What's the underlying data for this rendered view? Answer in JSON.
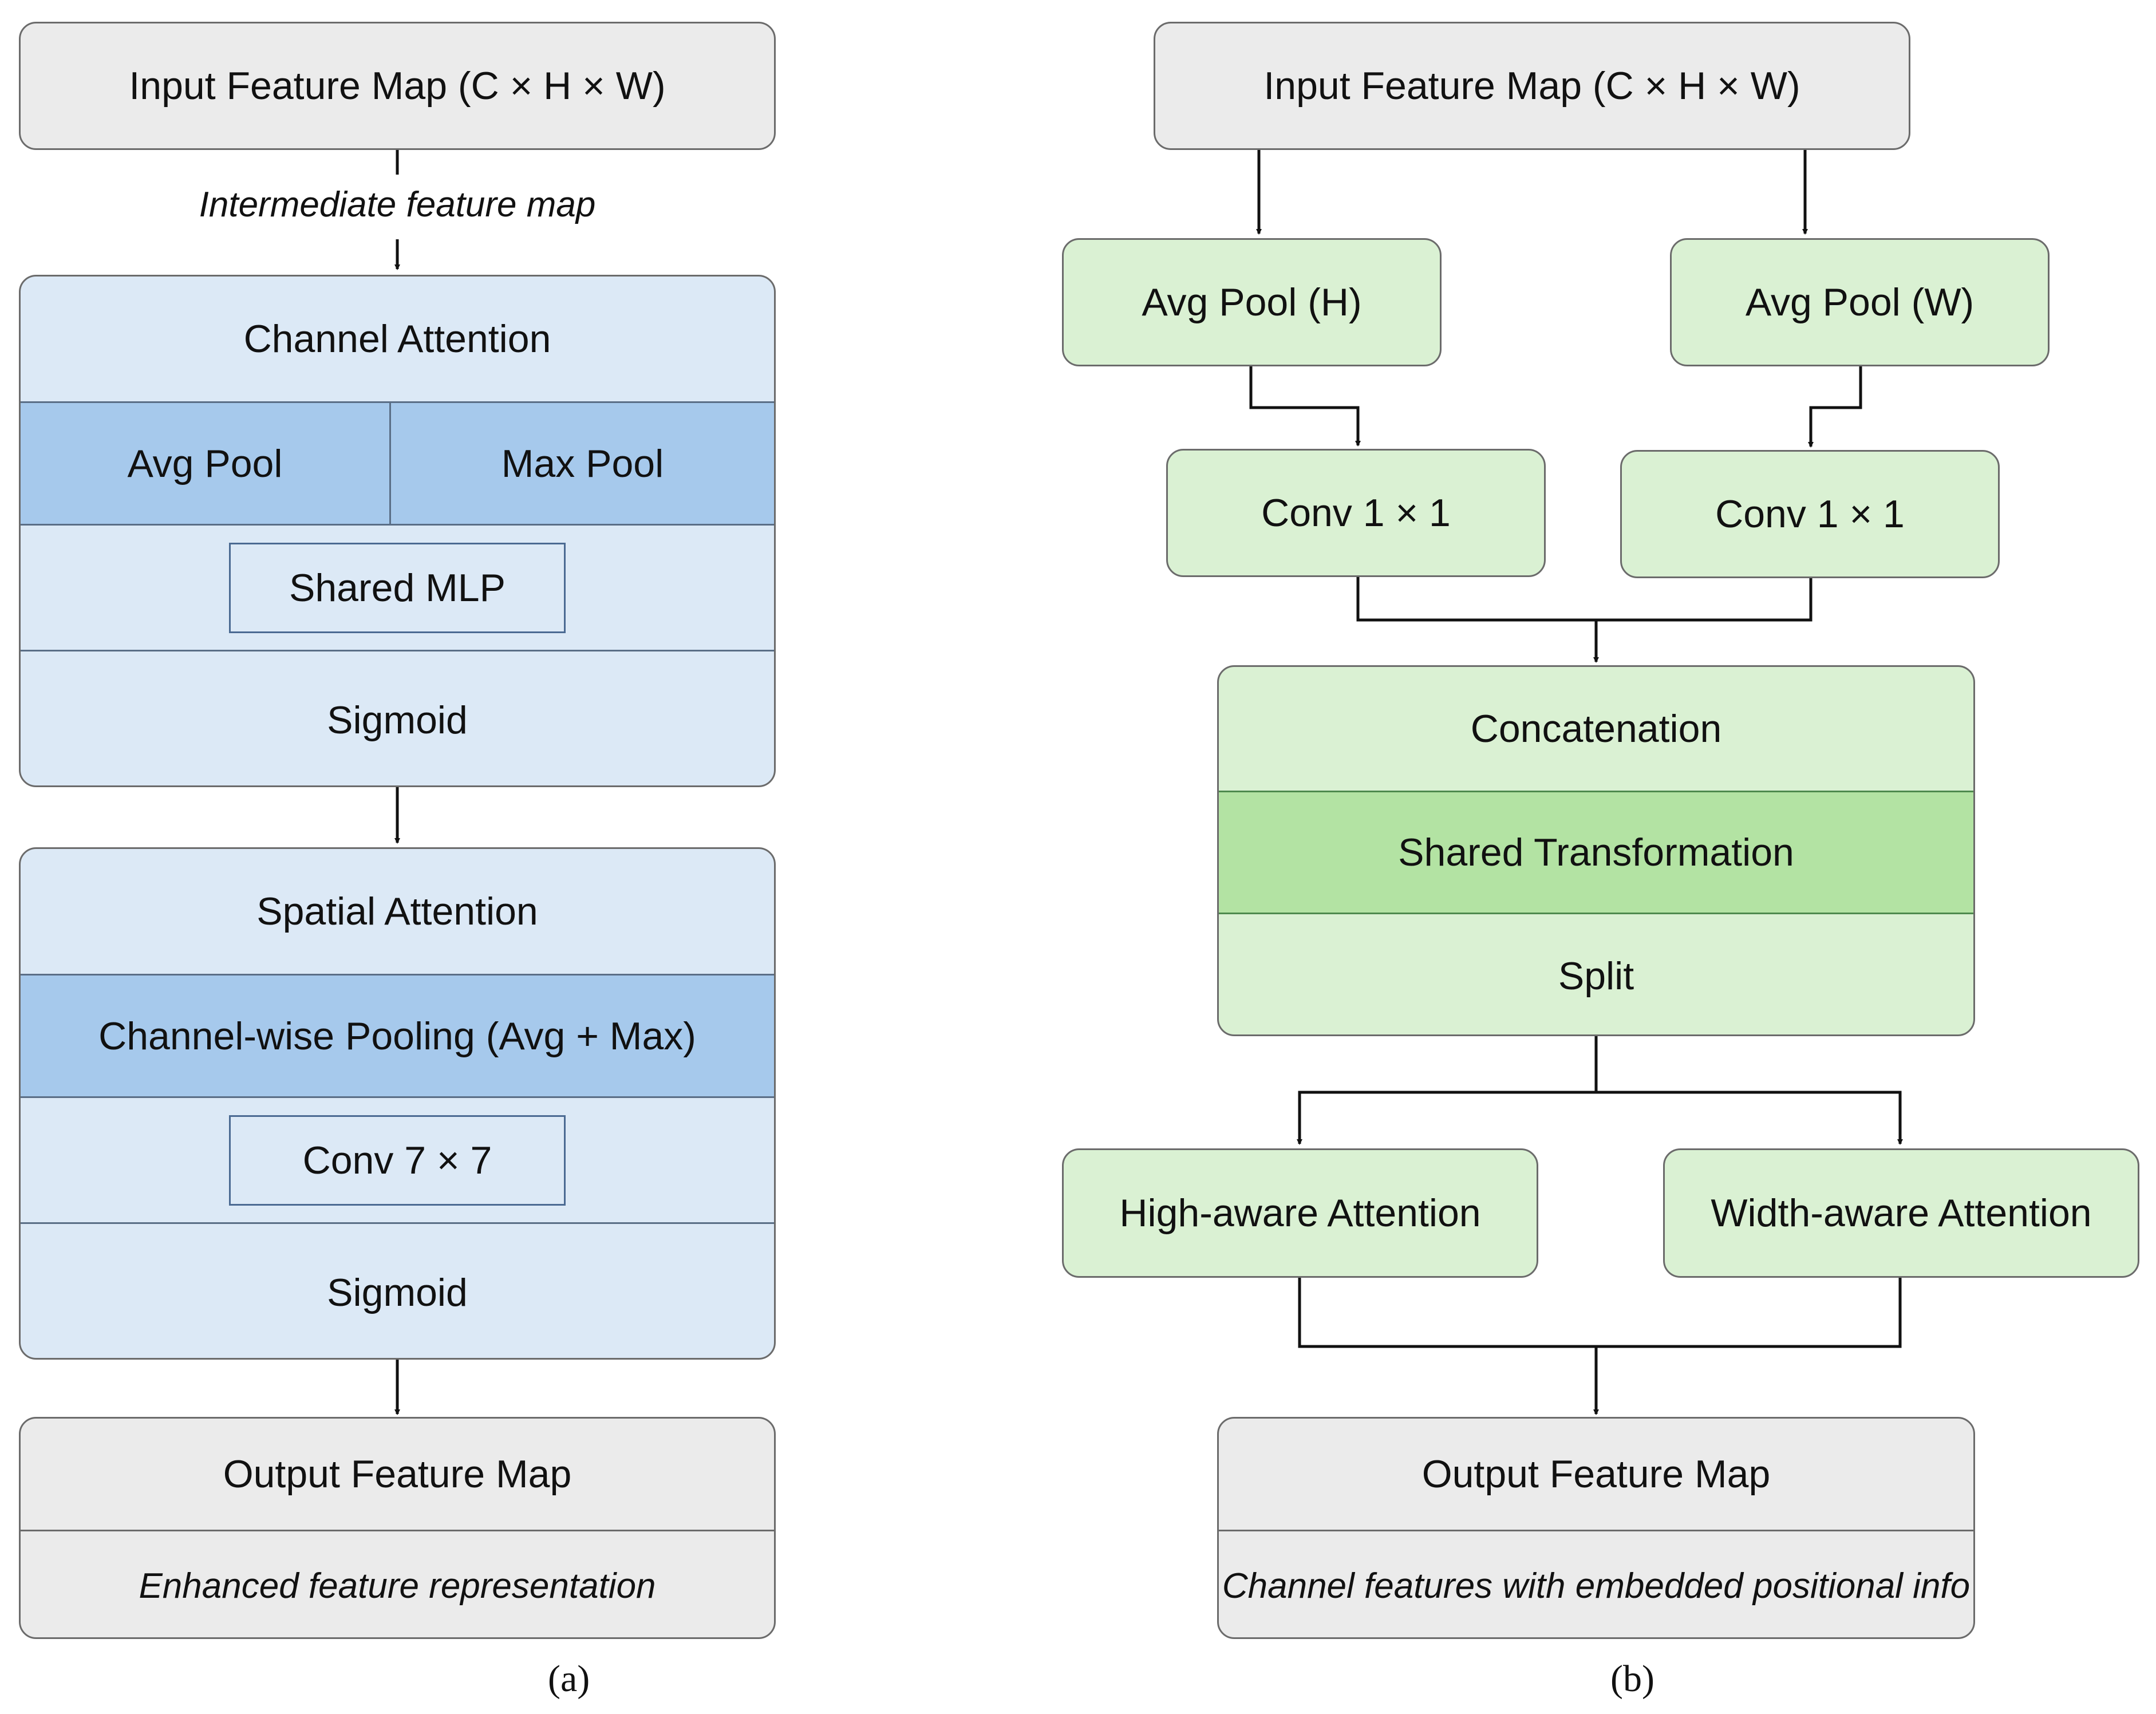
{
  "panel_a": {
    "input": "Input Feature Map (C × H × W)",
    "edge_label": "Intermediate feature map",
    "channel_attention": {
      "title": "Channel Attention",
      "avg_pool": "Avg Pool",
      "max_pool": "Max Pool",
      "shared_mlp": "Shared MLP",
      "sigmoid": "Sigmoid"
    },
    "spatial_attention": {
      "title": "Spatial Attention",
      "pooling": "Channel-wise Pooling (Avg + Max)",
      "conv": "Conv 7 × 7",
      "sigmoid": "Sigmoid"
    },
    "output": {
      "title": "Output Feature Map",
      "subtitle": "Enhanced feature representation"
    },
    "caption": "(a)"
  },
  "panel_b": {
    "input": "Input Feature Map (C × H × W)",
    "avg_pool_h": "Avg Pool (H)",
    "avg_pool_w": "Avg Pool (W)",
    "conv_left": "Conv 1 × 1",
    "conv_right": "Conv 1 × 1",
    "concat_block": {
      "concatenation": "Concatenation",
      "shared_transformation": "Shared Transformation",
      "split": "Split"
    },
    "high_attention": "High-aware Attention",
    "width_attention": "Width-aware Attention",
    "output": {
      "title": "Output Feature Map",
      "subtitle": "Channel features with embedded positional info"
    },
    "caption": "(b)"
  }
}
